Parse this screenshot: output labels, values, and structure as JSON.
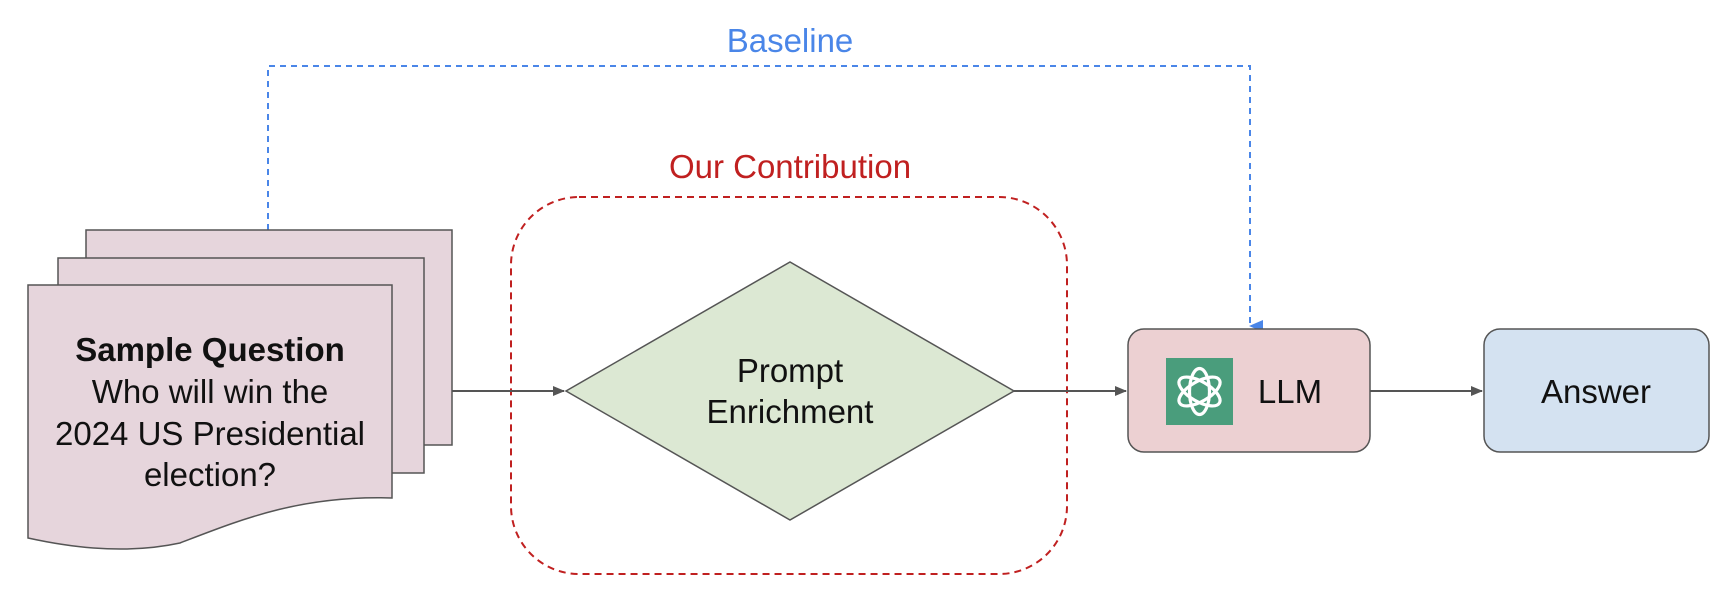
{
  "diagram": {
    "baseline_label": "Baseline",
    "contribution_label": "Our Contribution",
    "question_card": {
      "title": "Sample Question",
      "lines": [
        "Who will win the",
        "2024 US Presidential",
        "election?"
      ]
    },
    "enrichment": {
      "lines": [
        "Prompt",
        "Enrichment"
      ]
    },
    "llm": {
      "label": "LLM",
      "icon": "openai-logo-icon"
    },
    "answer": {
      "label": "Answer"
    },
    "colors": {
      "baseline": "#4a86e8",
      "contribution": "#c02020",
      "card_fill": "#e6d5dc",
      "diamond_fill": "#dce8d3",
      "llm_fill": "#ecd0d2",
      "answer_fill": "#d4e2f1",
      "logo_bg": "#4a9d7c",
      "stroke": "#555555"
    }
  }
}
